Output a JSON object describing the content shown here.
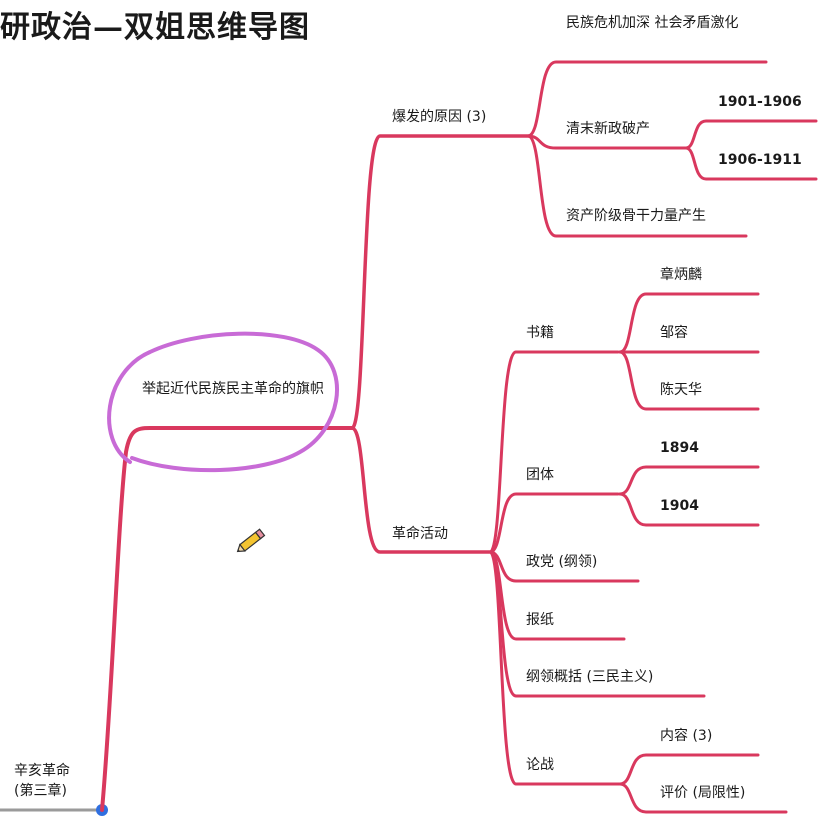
{
  "title": "研政治—双姐思维导图",
  "colors": {
    "branch": "#d9385e",
    "highlight_circle": "#c86bd6",
    "root_line": "#9a9a9a",
    "root_dot": "#2f6fe0"
  },
  "root": {
    "line1": "辛亥革命",
    "line2": "(第三章)"
  },
  "level1": {
    "label": "举起近代民族民主革命的旗帜"
  },
  "cause": {
    "label": "爆发的原因 (3)",
    "crisis": "民族危机加深 社会矛盾激化",
    "reform": "清末新政破产",
    "period1": "1901-1906",
    "period2": "1906-1911",
    "bourgeoisie": "资产阶级骨干力量产生"
  },
  "activity": {
    "label": "革命活动",
    "books": {
      "label": "书籍",
      "items": [
        "章炳麟",
        "邹容",
        "陈天华"
      ]
    },
    "groups": {
      "label": "团体",
      "items": [
        "1894",
        "1904"
      ]
    },
    "party": "政党 (纲领)",
    "newspaper": "报纸",
    "program": "纲领概括 (三民主义)",
    "debate": {
      "label": "论战",
      "items": [
        "内容 (3)",
        "评价 (局限性)"
      ]
    }
  },
  "icons": [
    "pencil-icon"
  ]
}
